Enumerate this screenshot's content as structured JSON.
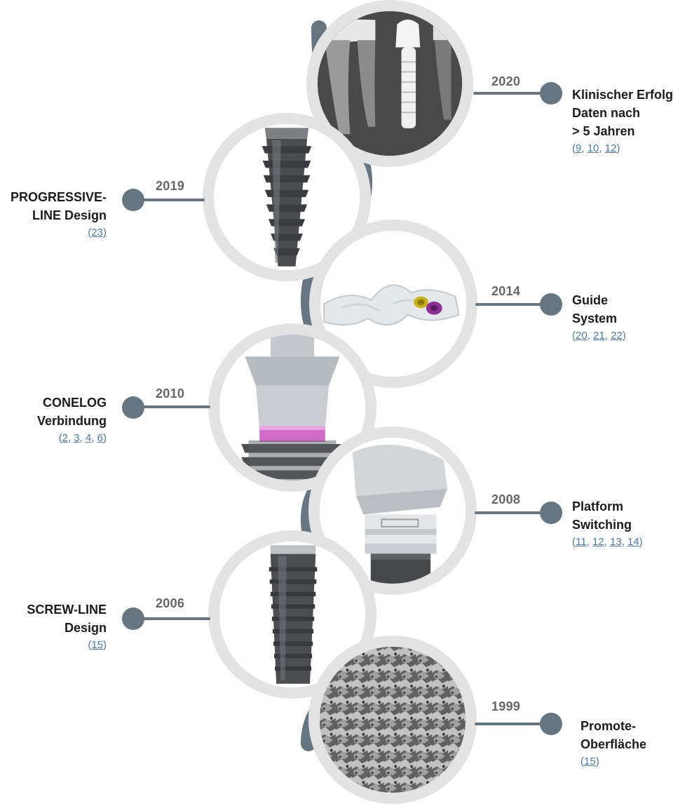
{
  "milestones": [
    {
      "year": "2020",
      "title": [
        "Klinischer Erfolg",
        "Daten nach",
        "> 5 Jahren"
      ],
      "refs": [
        "9",
        "10",
        "12"
      ],
      "side": "right",
      "image": "dental-xray"
    },
    {
      "year": "2019",
      "title": [
        "PROGRESSIVE-",
        "LINE Design"
      ],
      "refs_text": "(23)",
      "side": "left",
      "image": "progressive-line-implant"
    },
    {
      "year": "2014",
      "title": [
        "Guide",
        "System"
      ],
      "refs": [
        "20",
        "21",
        "22"
      ],
      "side": "right",
      "image": "surgical-guide"
    },
    {
      "year": "2010",
      "title": [
        "CONELOG",
        "Verbindung"
      ],
      "refs": [
        "2",
        "3",
        "4",
        "6"
      ],
      "side": "left",
      "image": "conelog-abutment"
    },
    {
      "year": "2008",
      "title": [
        "Platform",
        "Switching"
      ],
      "refs": [
        "11",
        "12",
        "13",
        "14"
      ],
      "side": "right",
      "image": "angled-abutment"
    },
    {
      "year": "2006",
      "title": [
        "SCREW-LINE",
        "Design"
      ],
      "refs": [
        "15"
      ],
      "side": "left",
      "image": "screw-line-implant"
    },
    {
      "year": "1999",
      "title": [
        "Promote-",
        "Oberfläche"
      ],
      "refs": [
        "15"
      ],
      "side": "right",
      "image": "promote-surface-sem"
    }
  ],
  "colors": {
    "accent": "#657581",
    "ring": "#e3e3e3",
    "link": "#4b7aa8",
    "year": "#666666"
  }
}
